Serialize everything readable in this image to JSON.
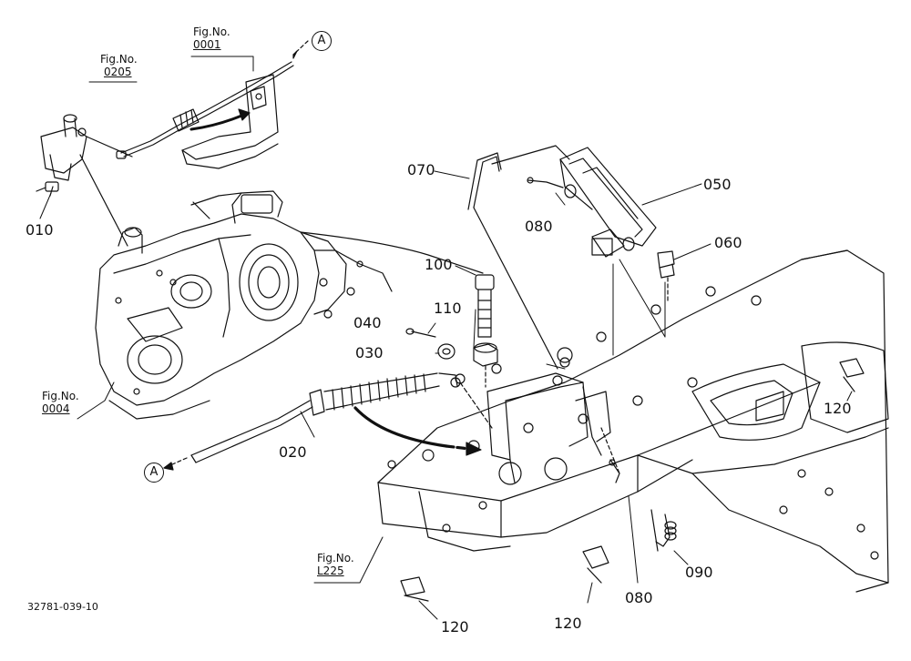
{
  "drawing_id": "32781-039-10",
  "ref_marker": "A",
  "parts": {
    "p010": "010",
    "p020": "020",
    "p030": "030",
    "p040": "040",
    "p050": "050",
    "p060": "060",
    "p070": "070",
    "p080a": "080",
    "p080b": "080",
    "p090": "090",
    "p100": "100",
    "p110": "110",
    "p120a": "120",
    "p120b": "120",
    "p120c": "120"
  },
  "figs": {
    "f0205": {
      "label": "Fig.No.",
      "num": "0205"
    },
    "f0001": {
      "label": "Fig.No.",
      "num": "0001"
    },
    "f0004": {
      "label": "Fig.No.",
      "num": "0004"
    },
    "fL225": {
      "label": "Fig.No.",
      "num": "L225"
    }
  },
  "line_color": "#111111"
}
